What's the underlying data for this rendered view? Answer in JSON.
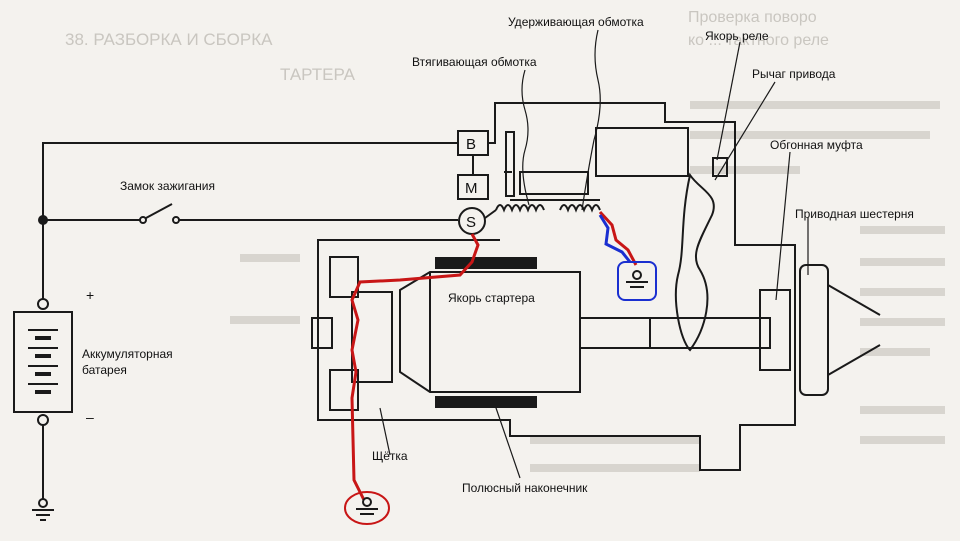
{
  "labels": {
    "holding_winding": "Удерживающая обмотка",
    "pull_in_winding": "Втягивающая обмотка",
    "relay_armature": "Якорь реле",
    "drive_lever": "Рычаг привода",
    "overrunning_clutch": "Обгонная муфта",
    "ignition_switch": "Замок зажигания",
    "drive_gear": "Приводная шестерня",
    "battery": "Аккумуляторная батарея",
    "starter_armature": "Якорь стартера",
    "brush": "Щётка",
    "pole_shoe": "Полюсный наконечник",
    "plus": "+",
    "minus": "–"
  },
  "terminals": {
    "b": "B",
    "m": "M",
    "s": "S"
  },
  "background_text": {
    "heading_left": "Проверка поворо",
    "heading_left_2": "ко ... тактного реле",
    "heading_right": "38. РАЗБОРКА И СБОРКА",
    "heading_right_2": "ТАРТЕРА"
  },
  "colors": {
    "line": "#1a1a1a",
    "red_path": "#c81616",
    "blue_path": "#1a2fd0",
    "paper": "#f4f2ee"
  }
}
